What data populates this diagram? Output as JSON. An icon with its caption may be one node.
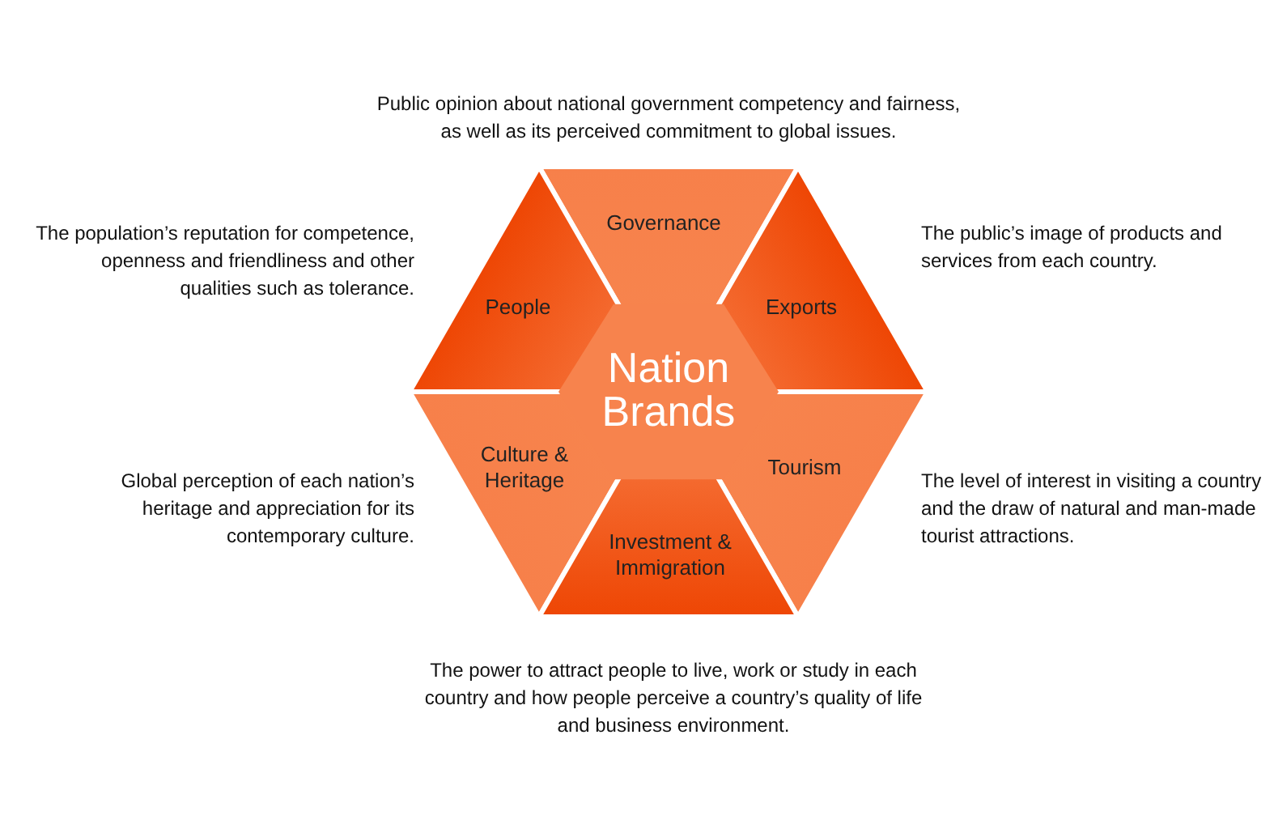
{
  "diagram": {
    "nodes": [
      {
        "text": [
          "Governance"
        ],
        "beside": [
          "Public opinion about national government competency and fairness, as well as its perceived commitment to global issues."
        ]
      },
      {
        "text": [
          "People"
        ],
        "beside": [
          "The population’s reputation for competence, openness and friendliness and other qualities such as tolerance."
        ]
      },
      {
        "text": [
          "Exports"
        ],
        "beside": [
          "The public’s image of products and services from each country."
        ]
      },
      {
        "text": [
          "Culture & Heritage"
        ],
        "beside": [
          "Global perception of each nation’s heritage and appreciation for its contemporary culture."
        ]
      },
      {
        "text": [
          "Tourism"
        ],
        "beside": [
          "The level of interest in visiting a country and the draw of natural and man-made tourist attractions."
        ]
      },
      {
        "text": [
          "Investment & Immigration"
        ],
        "beside": [
          "The power to attract people to live, work or study in each country and how people perceive a country’s quality of life and business environment."
        ]
      }
    ],
    "labels": [
      "Nation Brands"
    ]
  }
}
